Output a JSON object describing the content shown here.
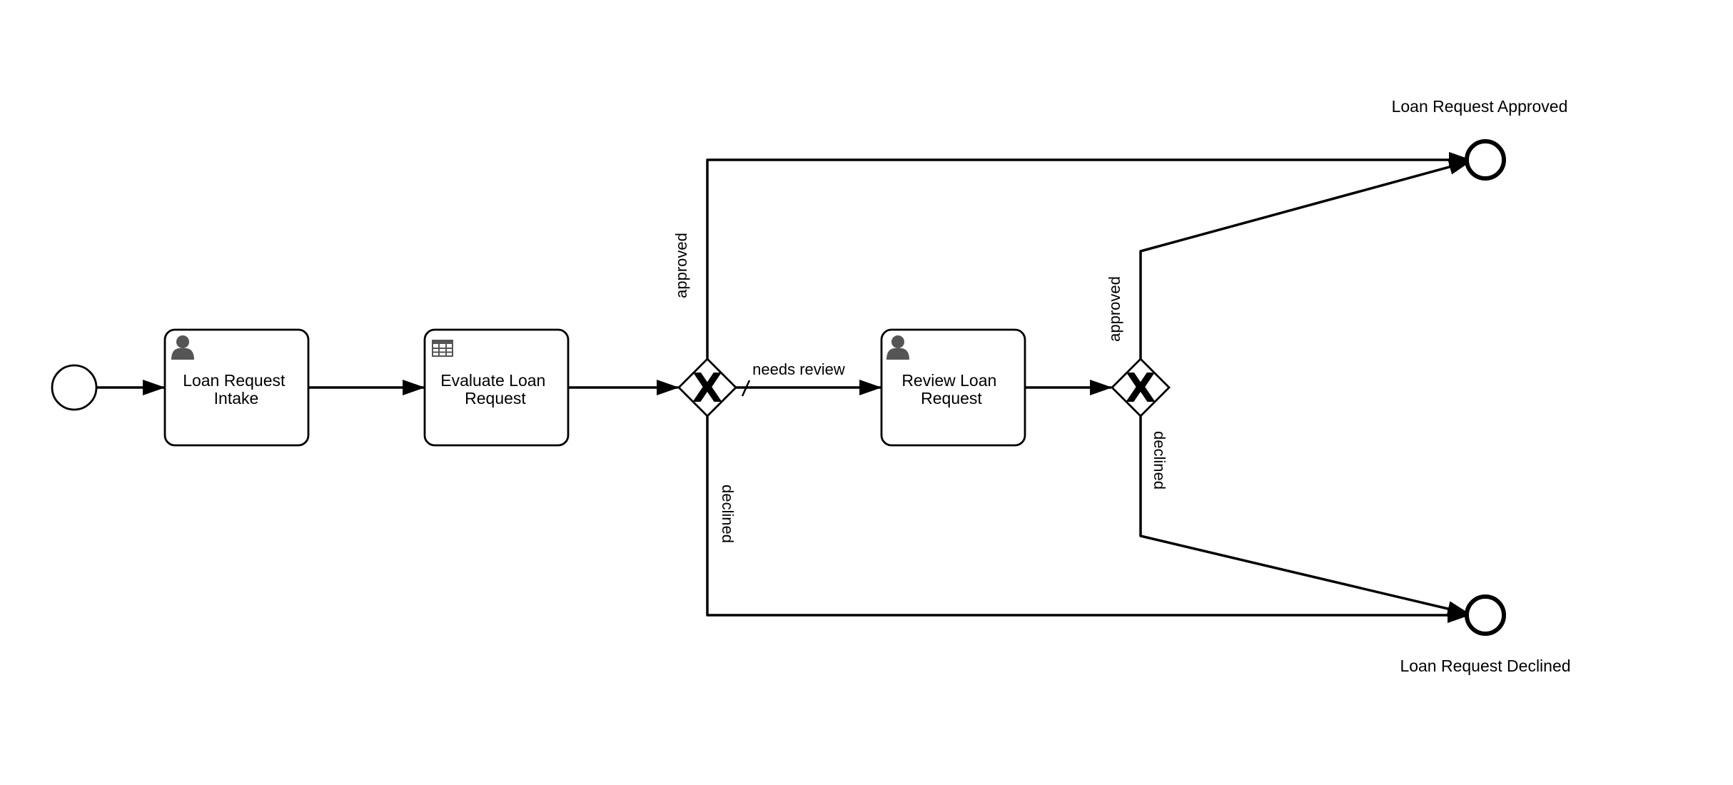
{
  "diagram": {
    "start_event": {
      "icon": "start-event-circle"
    },
    "tasks": {
      "intake": {
        "type": "user-task",
        "icon": "user-icon",
        "label_lines": [
          "Loan Request",
          "Intake"
        ]
      },
      "evaluate": {
        "type": "business-rule-task",
        "icon": "table-icon",
        "label_lines": [
          "Evaluate Loan",
          "Request"
        ]
      },
      "review": {
        "type": "user-task",
        "icon": "user-icon",
        "label_lines": [
          "Review Loan",
          "Request"
        ]
      }
    },
    "gateways": {
      "first": {
        "type": "exclusive",
        "marker": "X"
      },
      "second": {
        "type": "exclusive",
        "marker": "X"
      }
    },
    "end_events": {
      "approved": {
        "label": "Loan Request Approved"
      },
      "declined": {
        "label": "Loan Request Declined"
      }
    },
    "flows": {
      "gw1_approved": "approved",
      "gw1_needs_review": "needs review",
      "gw1_declined": "declined",
      "gw2_approved": "approved",
      "gw2_declined": "declined"
    },
    "colors": {
      "stroke": "#000000",
      "fill": "#ffffff",
      "icon": "#555555"
    }
  }
}
